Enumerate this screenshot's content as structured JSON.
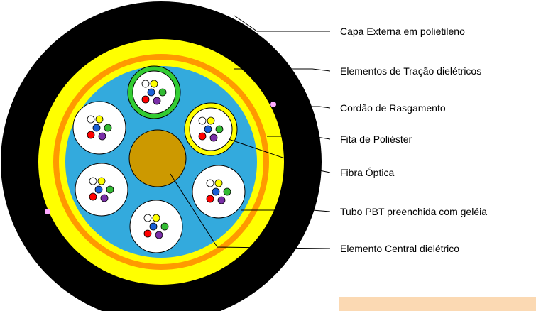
{
  "labels": {
    "outer_jacket": "Capa Externa em polietileno",
    "strength_members": "Elementos de Tração dielétricos",
    "ripcord": "Cordão de Rasgamento",
    "polyester_tape": "Fita de Poliéster",
    "optical_fiber": "Fibra Óptica",
    "pbt_tube": "Tubo PBT preenchida com geléia",
    "central_member": "Elemento Central dielétrico"
  },
  "bottom_box": {
    "text": ""
  },
  "colors": {
    "jacket": "#000000",
    "strength_yellow": "#ffff00",
    "tape_orange": "#ff9900",
    "core_blue": "#33aadd",
    "tube_white": "#ffffff",
    "tube_green_ring": "#33cc33",
    "tube_yellow_ring": "#ffff00",
    "central_member": "#cc9900",
    "ripcord_pink": "#ffaaff",
    "fiber_colors": [
      "#ffffff",
      "#ffff00",
      "#1a5fd6",
      "#ff0000",
      "#7a2fa8",
      "#33bb33"
    ],
    "bottom_box": "#fbd9b3"
  }
}
